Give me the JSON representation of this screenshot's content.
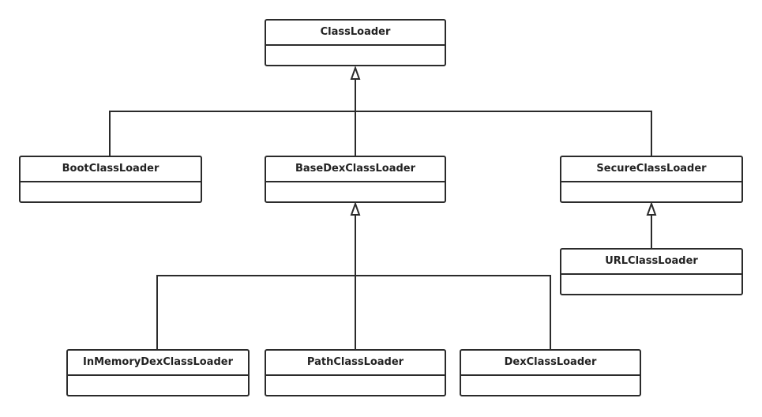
{
  "classes": {
    "class_loader": "ClassLoader",
    "boot_class_loader": "BootClassLoader",
    "base_dex_class_loader": "BaseDexClassLoader",
    "secure_class_loader": "SecureClassLoader",
    "url_class_loader": "URLClassLoader",
    "in_memory_dex_class_loader": "InMemoryDexClassLoader",
    "path_class_loader": "PathClassLoader",
    "dex_class_loader": "DexClassLoader"
  },
  "inheritance": [
    {
      "child": "BootClassLoader",
      "parent": "ClassLoader"
    },
    {
      "child": "BaseDexClassLoader",
      "parent": "ClassLoader"
    },
    {
      "child": "SecureClassLoader",
      "parent": "ClassLoader"
    },
    {
      "child": "URLClassLoader",
      "parent": "SecureClassLoader"
    },
    {
      "child": "InMemoryDexClassLoader",
      "parent": "BaseDexClassLoader"
    },
    {
      "child": "PathClassLoader",
      "parent": "BaseDexClassLoader"
    },
    {
      "child": "DexClassLoader",
      "parent": "BaseDexClassLoader"
    }
  ],
  "colors": {
    "line": "#2b2b2b",
    "box_border": "#2b2b2b",
    "background": "#ffffff",
    "text": "#222222"
  }
}
